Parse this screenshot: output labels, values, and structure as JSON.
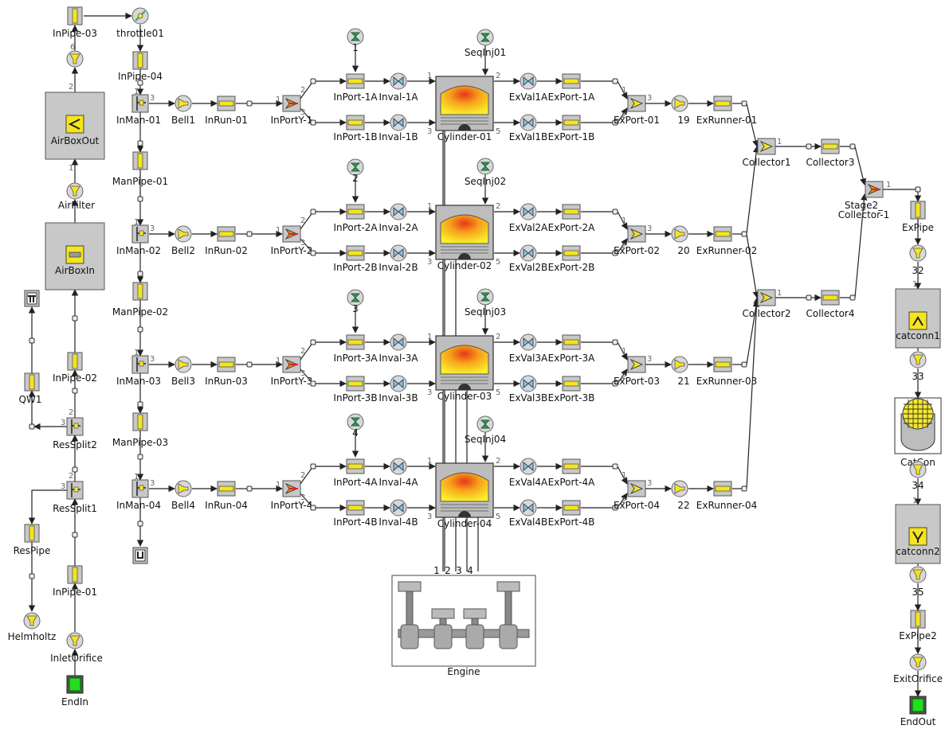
{
  "labels": {
    "InPipe03": "InPipe-03",
    "throttle01": "throttle01",
    "InPipe04": "InPipe-04",
    "AirBoxOut": "AirBoxOut",
    "AirFilter": "AirFilter",
    "AirBoxIn": "AirBoxIn",
    "QW1": "QW1",
    "InPipe02": "InPipe-02",
    "ResSplit2": "ResSplit2",
    "ResSplit1": "ResSplit1",
    "ResPipe": "ResPipe",
    "InPipe01": "InPipe-01",
    "Helmholtz": "Helmholtz",
    "InletOrifice": "InletOrifice",
    "EndIn": "EndIn",
    "ManPipe01": "ManPipe-01",
    "ManPipe02": "ManPipe-02",
    "ManPipe03": "ManPipe-03",
    "Collector1": "Collector1",
    "Collector3": "Collector3",
    "Collector2": "Collector2",
    "Collector4": "Collector4",
    "Stage2a": "Stage2_",
    "Stage2b": "Collector-1",
    "ExPipe": "ExPipe",
    "n32": "32",
    "catconn1": "catconn1",
    "n33": "33",
    "CatCon": "CatCon",
    "n34": "34",
    "catconn2": "catconn2",
    "n35": "35",
    "ExPipe2": "ExPipe2",
    "ExitOrifice": "ExitOrifice",
    "EndOut": "EndOut",
    "Engine": "Engine"
  },
  "rows": [
    {
      "inman": "InMan-01",
      "bell": "Bell1",
      "inrun": "InRun-01",
      "inporty": "InPortY-1",
      "inj": "1",
      "portA": "InPort-1A",
      "portB": "InPort-1B",
      "invalA": "Inval-1A",
      "invalB": "Inval-1B",
      "seq": "SeqInj01",
      "cyl": "Cylinder-01",
      "exvalA": "ExVal1A",
      "exvalB": "ExVal1B",
      "exportA": "ExPort-1A",
      "exportB": "ExPort-1B",
      "export": "ExPort-01",
      "num": "19",
      "runner": "ExRunner-01"
    },
    {
      "inman": "InMan-02",
      "bell": "Bell2",
      "inrun": "InRun-02",
      "inporty": "InPortY-2",
      "inj": "2",
      "portA": "InPort-2A",
      "portB": "InPort-2B",
      "invalA": "Inval-2A",
      "invalB": "Inval-2B",
      "seq": "SeqInj02",
      "cyl": "Cylinder-02",
      "exvalA": "ExVal2A",
      "exvalB": "ExVal2B",
      "exportA": "ExPort-2A",
      "exportB": "ExPort-2B",
      "export": "ExPort-02",
      "num": "20",
      "runner": "ExRunner-02"
    },
    {
      "inman": "InMan-03",
      "bell": "Bell3",
      "inrun": "InRun-03",
      "inporty": "InPortY-3",
      "inj": "3",
      "portA": "InPort-3A",
      "portB": "InPort-3B",
      "invalA": "Inval-3A",
      "invalB": "Inval-3B",
      "seq": "SeqInj03",
      "cyl": "Cylinder-03",
      "exvalA": "ExVal3A",
      "exvalB": "ExVal3B",
      "exportA": "ExPort-3A",
      "exportB": "ExPort-3B",
      "export": "ExPort-03",
      "num": "21",
      "runner": "ExRunner-03"
    },
    {
      "inman": "InMan-04",
      "bell": "Bell4",
      "inrun": "InRun-04",
      "inporty": "InPortY-4",
      "inj": "4",
      "portA": "InPort-4A",
      "portB": "InPort-4B",
      "invalA": "Inval-4A",
      "invalB": "Inval-4B",
      "seq": "SeqInj04",
      "cyl": "Cylinder-04",
      "exvalA": "ExVal4A",
      "exvalB": "ExVal4B",
      "exportA": "ExPort-4A",
      "exportB": "ExPort-4B",
      "export": "ExPort-04",
      "num": "22",
      "runner": "ExRunner-04"
    }
  ],
  "engine_ports": [
    "1",
    "2",
    "3",
    "4"
  ],
  "colors": {
    "part_fill": "#f5e51c",
    "part_border": "#555555",
    "panel_bg": "#c8c8c8",
    "line": "#222222",
    "end_green": "#22dd22",
    "valve_fill": "#8ec5c2"
  }
}
